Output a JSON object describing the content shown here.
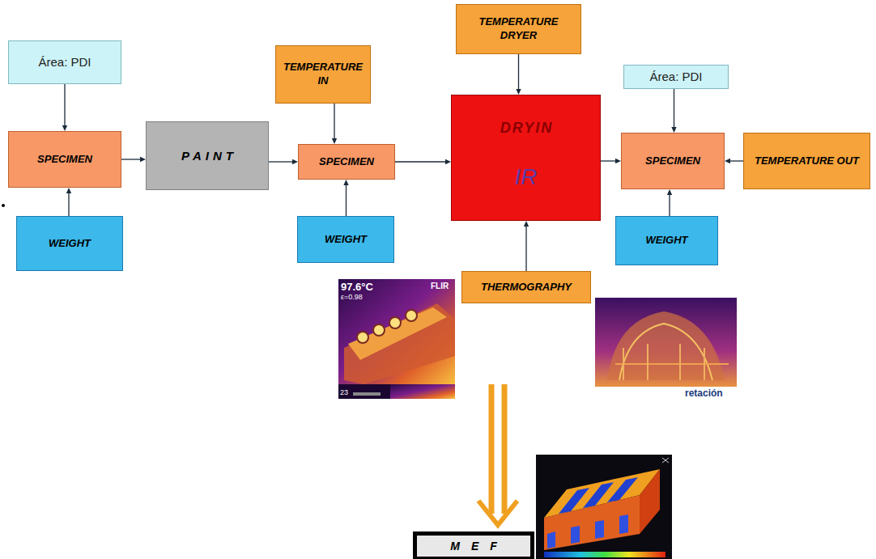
{
  "diagram": {
    "nodes": [
      {
        "text": [
          "Área: PDI"
        ]
      },
      {
        "text": [
          "SPECIMEN"
        ]
      },
      {
        "text": [
          "WEIGHT"
        ]
      },
      {
        "text": [
          "PAINT"
        ]
      },
      {
        "text": [
          "TEMPERATURE IN"
        ]
      },
      {
        "text": [
          "SPECIMEN"
        ]
      },
      {
        "text": [
          "WEIGHT"
        ]
      },
      {
        "text": [
          "TEMPERATURE DRYER"
        ]
      },
      {
        "text": [
          "DRYIN",
          "IR"
        ]
      },
      {
        "text": [
          "Área: PDI"
        ]
      },
      {
        "text": [
          "SPECIMEN"
        ]
      },
      {
        "text": [
          "TEMPERATURE OUT"
        ]
      },
      {
        "text": [
          "WEIGHT"
        ]
      },
      {
        "text": [
          "THERMOGRAPHY"
        ]
      },
      {
        "text": [
          "MEF"
        ]
      }
    ],
    "edges": [
      {
        "from": 0,
        "to": 1,
        "arrow": "to"
      },
      {
        "from": 2,
        "to": 1,
        "arrow": "to"
      },
      {
        "from": 1,
        "to": 3,
        "arrow": "to"
      },
      {
        "from": 3,
        "to": 5,
        "arrow": "to"
      },
      {
        "from": 4,
        "to": 5,
        "arrow": "to"
      },
      {
        "from": 6,
        "to": 5,
        "arrow": "to"
      },
      {
        "from": 5,
        "to": 8,
        "arrow": "to"
      },
      {
        "from": 7,
        "to": 8,
        "arrow": "to"
      },
      {
        "from": 13,
        "to": 8,
        "arrow": "to"
      },
      {
        "from": 8,
        "to": 10,
        "arrow": "to"
      },
      {
        "from": 9,
        "to": 10,
        "arrow": "to"
      },
      {
        "from": 11,
        "to": 10,
        "arrow": "to"
      },
      {
        "from": 12,
        "to": 10,
        "arrow": "to"
      },
      {
        "from": 13,
        "to": 14,
        "arrow": "to"
      }
    ],
    "labels": [
      "97.6°C",
      "ε=0.98",
      "FLIR",
      "23",
      "retación"
    ]
  }
}
